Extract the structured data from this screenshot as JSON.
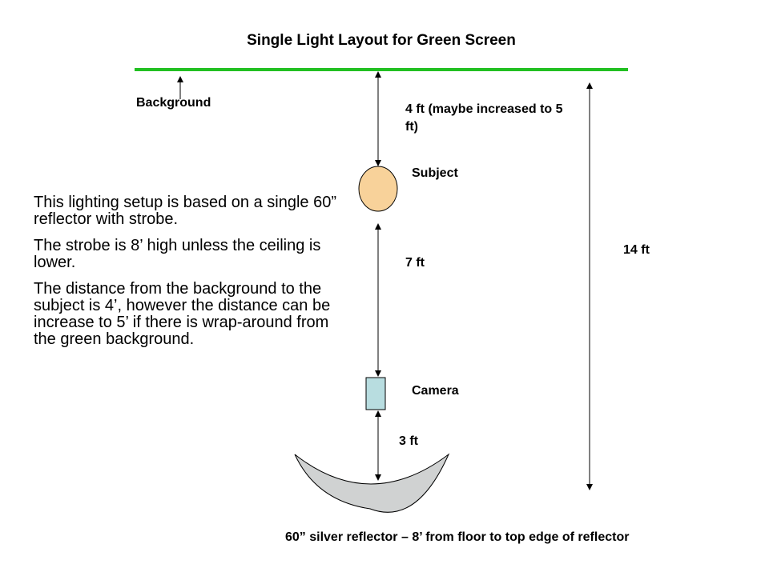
{
  "title": "Single Light Layout for Green Screen",
  "labels": {
    "background": "Background",
    "background_to_subject": "4 ft  (maybe increased to 5 ft)",
    "subject": "Subject",
    "subject_to_camera": "7 ft",
    "camera": "Camera",
    "camera_to_reflector": "3 ft",
    "total_distance": "14 ft",
    "reflector": "60” silver reflector – 8’ from floor to top edge of reflector"
  },
  "notes": [
    "This lighting setup is based on a single 60” reflector with strobe.",
    "The strobe is 8’ high unless the ceiling is lower.",
    "The distance from the background to the subject is 4’, however the distance can be increase to 5’ if there is wrap-around from the green background."
  ],
  "colors": {
    "green_screen": "#22c022",
    "subject": "#f8d29a",
    "camera": "#b8dde0",
    "reflector": "#d0d2d2"
  }
}
